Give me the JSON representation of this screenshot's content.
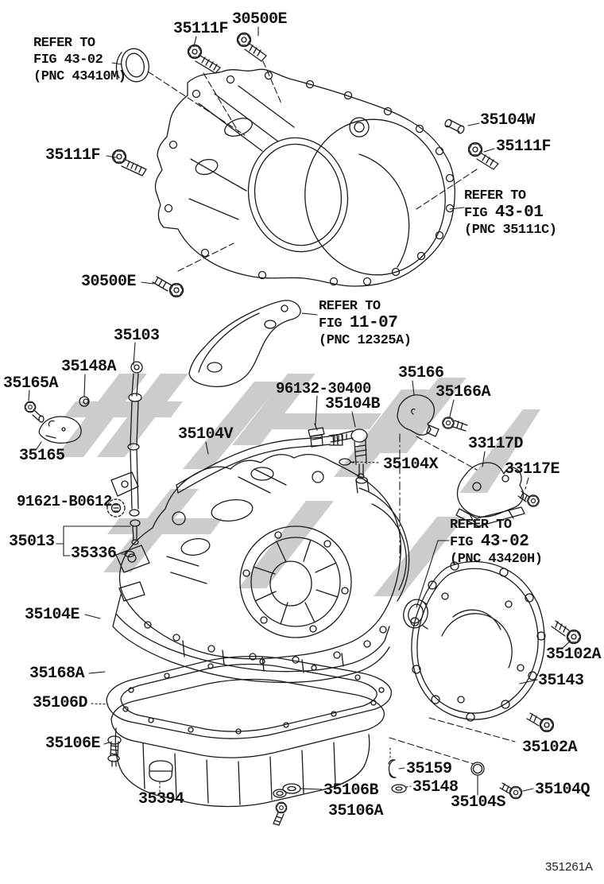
{
  "doc_number": "351261A",
  "colors": {
    "line": "#1a1a1a",
    "label": "#111111",
    "watermark": "#cccccc",
    "background": "#ffffff"
  },
  "refer": {
    "top_left": {
      "line1": "REFER TO",
      "line2": "FIG 43-02",
      "line3": "(PNC 43410M)"
    },
    "fig_43_01": {
      "line1": "REFER TO",
      "fig": "FIG",
      "num": "43-01",
      "line3": "(PNC 35111C)"
    },
    "fig_11_07": {
      "line1": "REFER TO",
      "fig": "FIG",
      "num": "11-07",
      "line3": "(PNC 12325A)"
    },
    "fig_43_02_seal": {
      "line1": "REFER TO",
      "fig": "FIG",
      "num": "43-02",
      "line3": "(PNC 43420H)"
    }
  },
  "parts": {
    "p35111f_top": "35111F",
    "p30500e_top": "30500E",
    "p35104w": "35104W",
    "p35111f_right": "35111F",
    "p35111f_left": "35111F",
    "p30500e_left": "30500E",
    "p35103": "35103",
    "p35148a": "35148A",
    "p35165a": "35165A",
    "p35165": "35165",
    "p96132_30400": "96132-30400",
    "p35104b": "35104B",
    "p35104v": "35104V",
    "p35166": "35166",
    "p35166a": "35166A",
    "p35104x": "35104X",
    "p33117d": "33117D",
    "p33117e": "33117E",
    "p91621_b0612": "91621-B0612",
    "p35013": "35013",
    "p35336": "35336",
    "p35104e": "35104E",
    "p35168a": "35168A",
    "p35106d": "35106D",
    "p35106e": "35106E",
    "p35394": "35394",
    "p35106b": "35106B",
    "p35106a": "35106A",
    "p35159": "35159",
    "p35148": "35148",
    "p35104s": "35104S",
    "p35102a_bottom": "35102A",
    "p35104q": "35104Q",
    "p35102a_right": "35102A",
    "p35143": "35143"
  }
}
